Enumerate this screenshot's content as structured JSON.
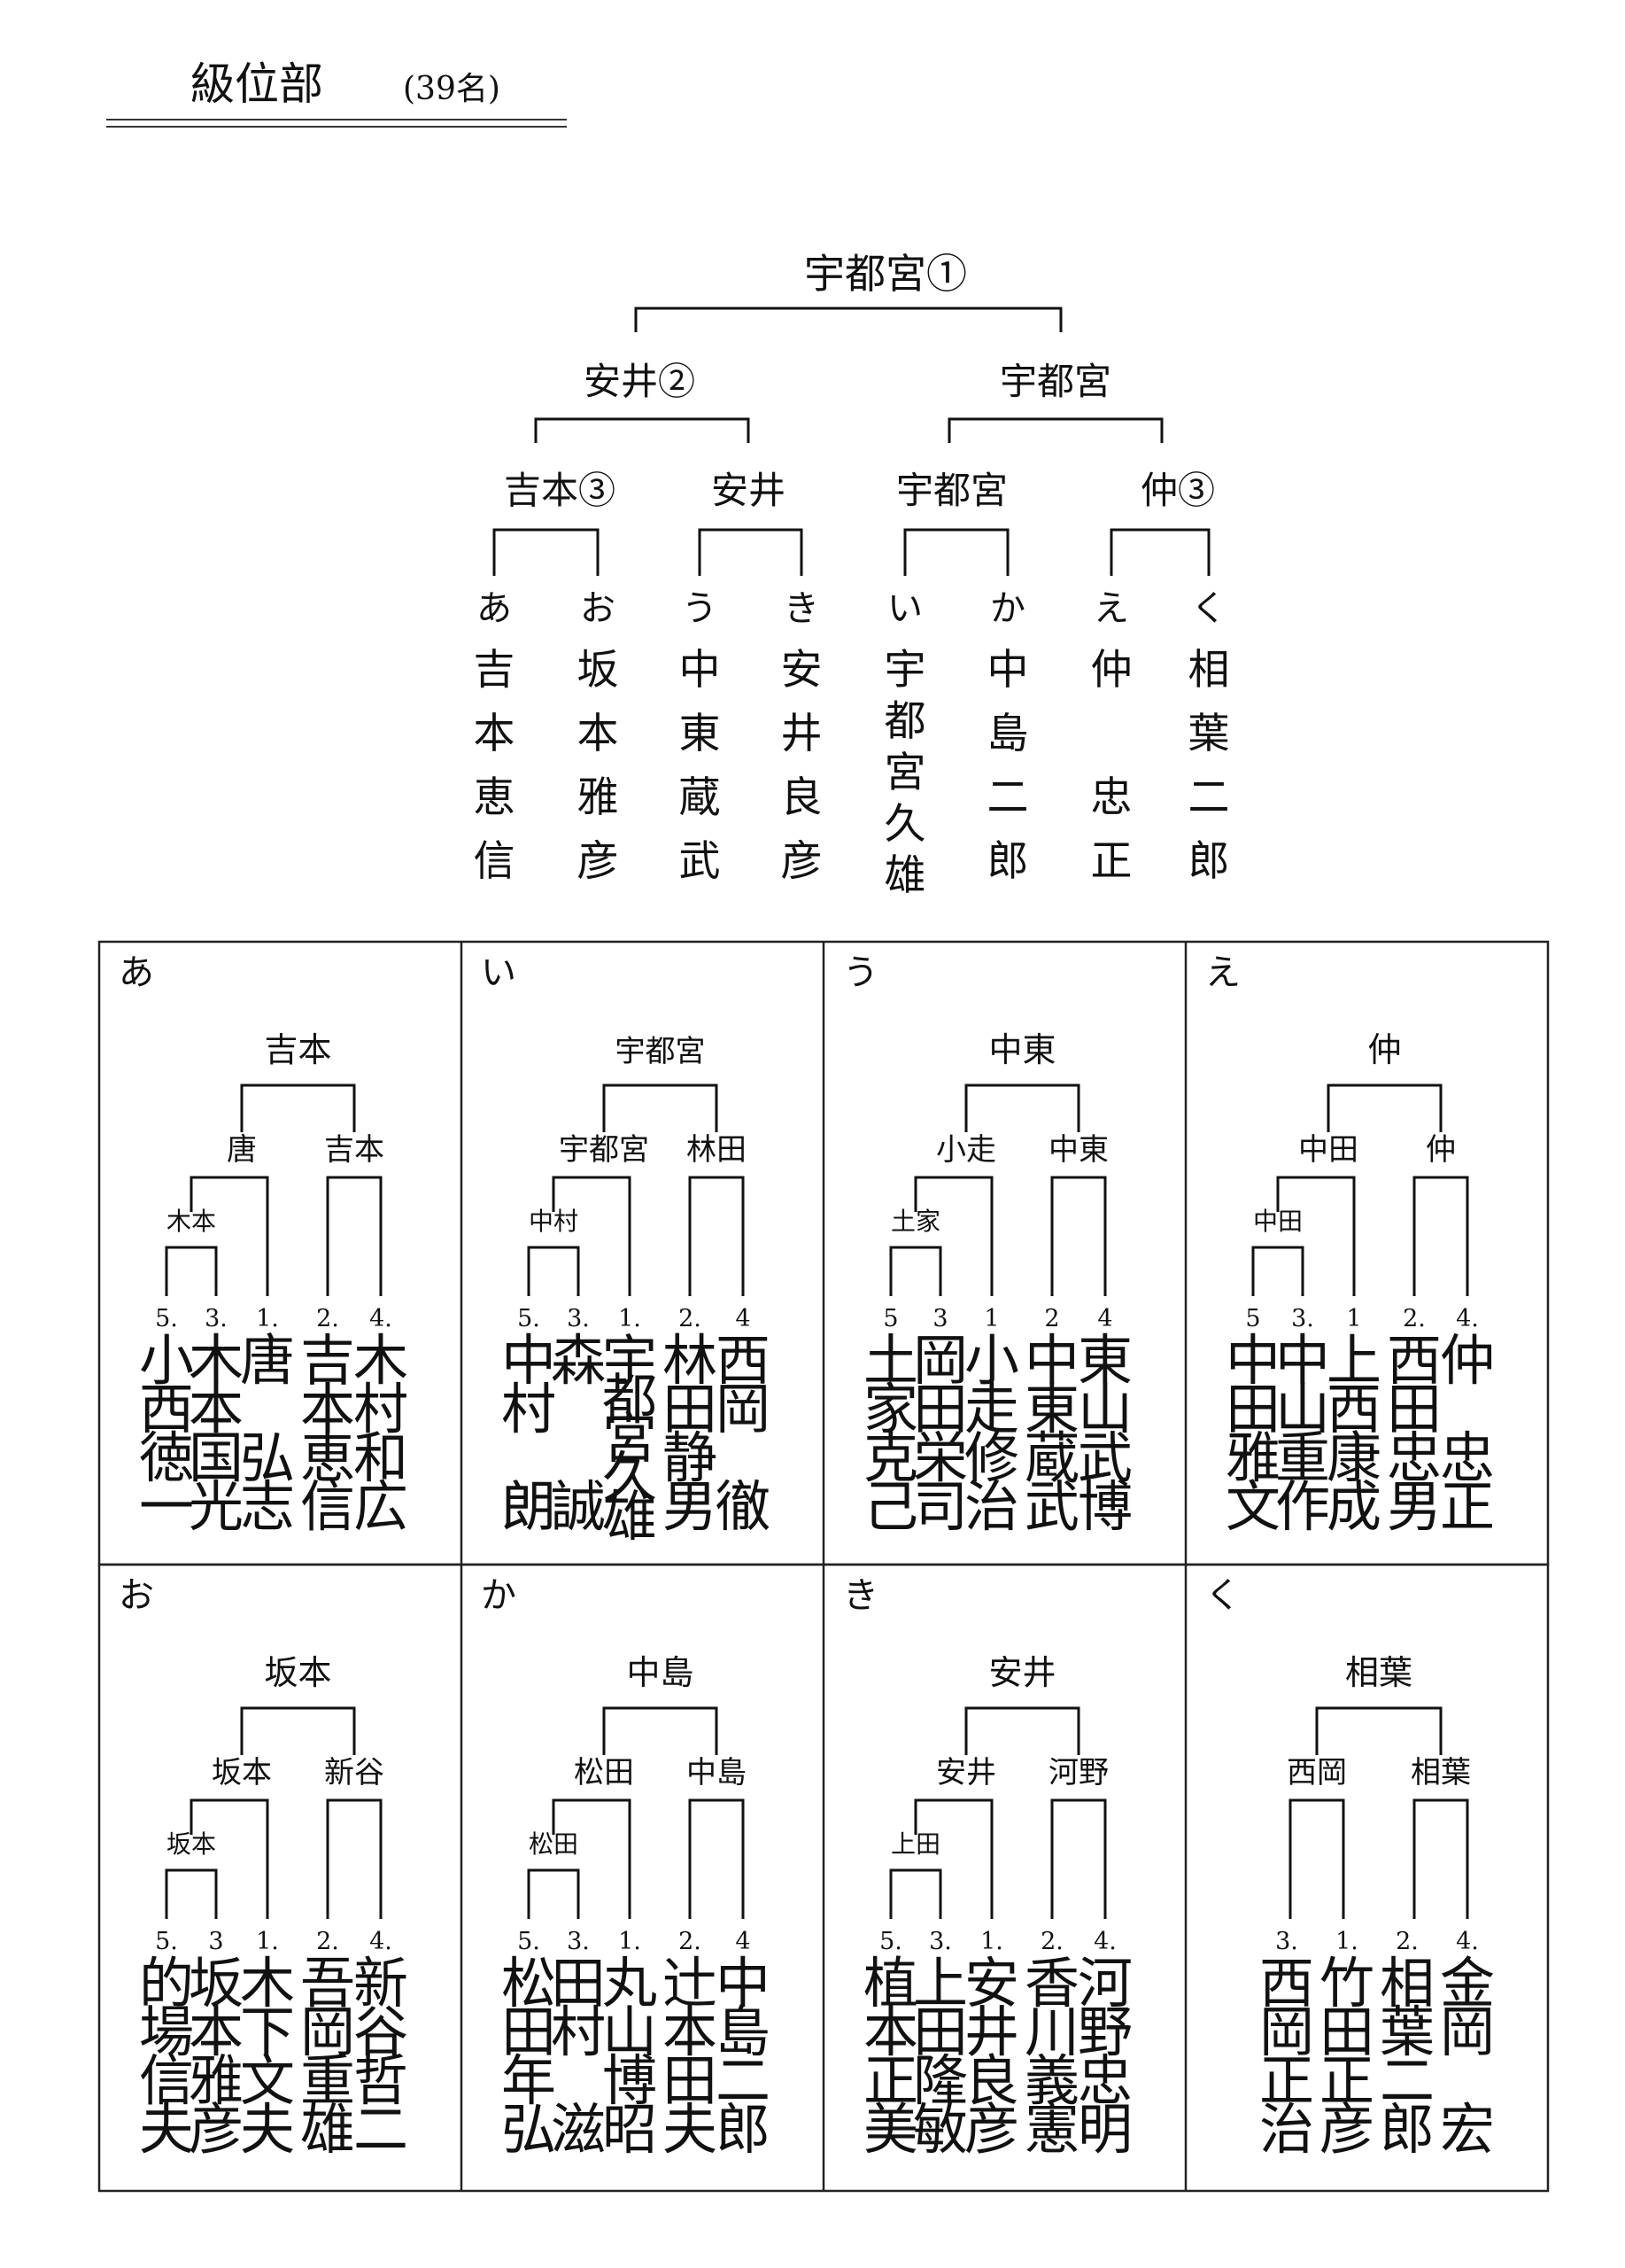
{
  "header": {
    "title": "級位部",
    "count": "(39名)"
  },
  "main_bracket": {
    "winner": "宇都宮①",
    "semis": [
      "安井②",
      "宇都宮"
    ],
    "quarters": [
      "吉本③",
      "安井",
      "宇都宮",
      "仲③"
    ],
    "entrants": [
      {
        "label": "あ",
        "name": [
          "吉",
          "本",
          "恵",
          "信"
        ]
      },
      {
        "label": "お",
        "name": [
          "坂",
          "本",
          "雅",
          "彦"
        ]
      },
      {
        "label": "う",
        "name": [
          "中",
          "東",
          "蔵",
          "武"
        ]
      },
      {
        "label": "き",
        "name": [
          "安",
          "井",
          "良",
          "彦"
        ]
      },
      {
        "label": "い",
        "name": [
          "宇",
          "都",
          "宮",
          "久",
          "雄"
        ]
      },
      {
        "label": "か",
        "name": [
          "中",
          "島",
          "二",
          "郎"
        ]
      },
      {
        "label": "え",
        "name": [
          "仲",
          "",
          "忠",
          "正"
        ]
      },
      {
        "label": "く",
        "name": [
          "相",
          "葉",
          "二",
          "郎"
        ]
      }
    ]
  },
  "sections": [
    {
      "label": "あ",
      "winner": "吉本",
      "left": "唐",
      "right": "吉本",
      "sub": "木本",
      "seeds": [
        "5.",
        "3.",
        "1.",
        "2.",
        "4."
      ],
      "players": [
        [
          "小",
          "西",
          "徳",
          "一"
        ],
        [
          "木",
          "本",
          "国",
          "光"
        ],
        [
          "唐",
          "",
          "弘",
          "志"
        ],
        [
          "吉",
          "本",
          "恵",
          "信"
        ],
        [
          "木",
          "村",
          "和",
          "広"
        ]
      ]
    },
    {
      "label": "い",
      "winner": "宇都宮",
      "left": "宇都宮",
      "right": "林田",
      "sub": "中村",
      "seeds": [
        "5.",
        "3.",
        "1.",
        "2.",
        "4"
      ],
      "players": [
        [
          "中",
          "村",
          "",
          "朗"
        ],
        [
          "森",
          "",
          "",
          "誠"
        ],
        [
          "宇",
          "都",
          "宮",
          "久",
          "雄"
        ],
        [
          "林",
          "田",
          "静",
          "男"
        ],
        [
          "西",
          "岡",
          "",
          "徹"
        ]
      ]
    },
    {
      "label": "う",
      "winner": "中東",
      "left": "小走",
      "right": "中東",
      "sub": "土家",
      "seeds": [
        "5",
        "3",
        "1",
        "2",
        "4"
      ],
      "players": [
        [
          "土",
          "家",
          "克",
          "己"
        ],
        [
          "岡",
          "田",
          "栄",
          "司"
        ],
        [
          "小",
          "走",
          "修",
          "治"
        ],
        [
          "中",
          "東",
          "蔵",
          "武"
        ],
        [
          "東",
          "山",
          "武",
          "博"
        ]
      ]
    },
    {
      "label": "え",
      "winner": "仲",
      "left": "中田",
      "right": "仲",
      "sub": "中田",
      "seeds": [
        "5",
        "3.",
        "1",
        "2.",
        "4."
      ],
      "players": [
        [
          "中",
          "田",
          "雅",
          "文"
        ],
        [
          "中",
          "山",
          "重",
          "作"
        ],
        [
          "上",
          "西",
          "康",
          "成"
        ],
        [
          "西",
          "田",
          "忠",
          "男"
        ],
        [
          "仲",
          "",
          "忠",
          "正"
        ]
      ]
    },
    {
      "label": "お",
      "winner": "坂本",
      "left": "坂本",
      "right": "新谷",
      "sub": "坂本",
      "seeds": [
        "5.",
        "3",
        "1.",
        "2.",
        "4."
      ],
      "players": [
        [
          "的",
          "場",
          "信",
          "夫"
        ],
        [
          "坂",
          "本",
          "雅",
          "彦"
        ],
        [
          "木",
          "下",
          "文",
          "夫"
        ],
        [
          "吾",
          "岡",
          "重",
          "雄"
        ],
        [
          "新",
          "谷",
          "哲",
          "二"
        ]
      ]
    },
    {
      "label": "か",
      "winner": "中島",
      "left": "松田",
      "right": "中島",
      "sub": "松田",
      "seeds": [
        "5.",
        "3.",
        "1.",
        "2.",
        "4"
      ],
      "players": [
        [
          "松",
          "田",
          "年",
          "弘"
        ],
        [
          "田",
          "村",
          "",
          "滋"
        ],
        [
          "丸",
          "山",
          "博",
          "昭"
        ],
        [
          "辻",
          "本",
          "田",
          "夫"
        ],
        [
          "中",
          "島",
          "二",
          "郎"
        ]
      ]
    },
    {
      "label": "き",
      "winner": "安井",
      "left": "安井",
      "right": "河野",
      "sub": "上田",
      "seeds": [
        "5.",
        "3.",
        "1.",
        "2.",
        "4."
      ],
      "players": [
        [
          "植",
          "本",
          "正",
          "美"
        ],
        [
          "上",
          "田",
          "隆",
          "敏"
        ],
        [
          "安",
          "井",
          "良",
          "彦"
        ],
        [
          "香",
          "川",
          "義",
          "憲"
        ],
        [
          "河",
          "野",
          "忠",
          "明"
        ]
      ]
    },
    {
      "label": "く",
      "winner": "相葉",
      "left": "西岡",
      "right": "相葉",
      "sub": "",
      "seeds": [
        "3.",
        "1.",
        "2.",
        "4."
      ],
      "players": [
        [
          "西",
          "岡",
          "正",
          "治"
        ],
        [
          "竹",
          "田",
          "正",
          "彦"
        ],
        [
          "相",
          "葉",
          "二",
          "郎"
        ],
        [
          "金",
          "岡",
          "",
          "宏"
        ]
      ]
    }
  ]
}
